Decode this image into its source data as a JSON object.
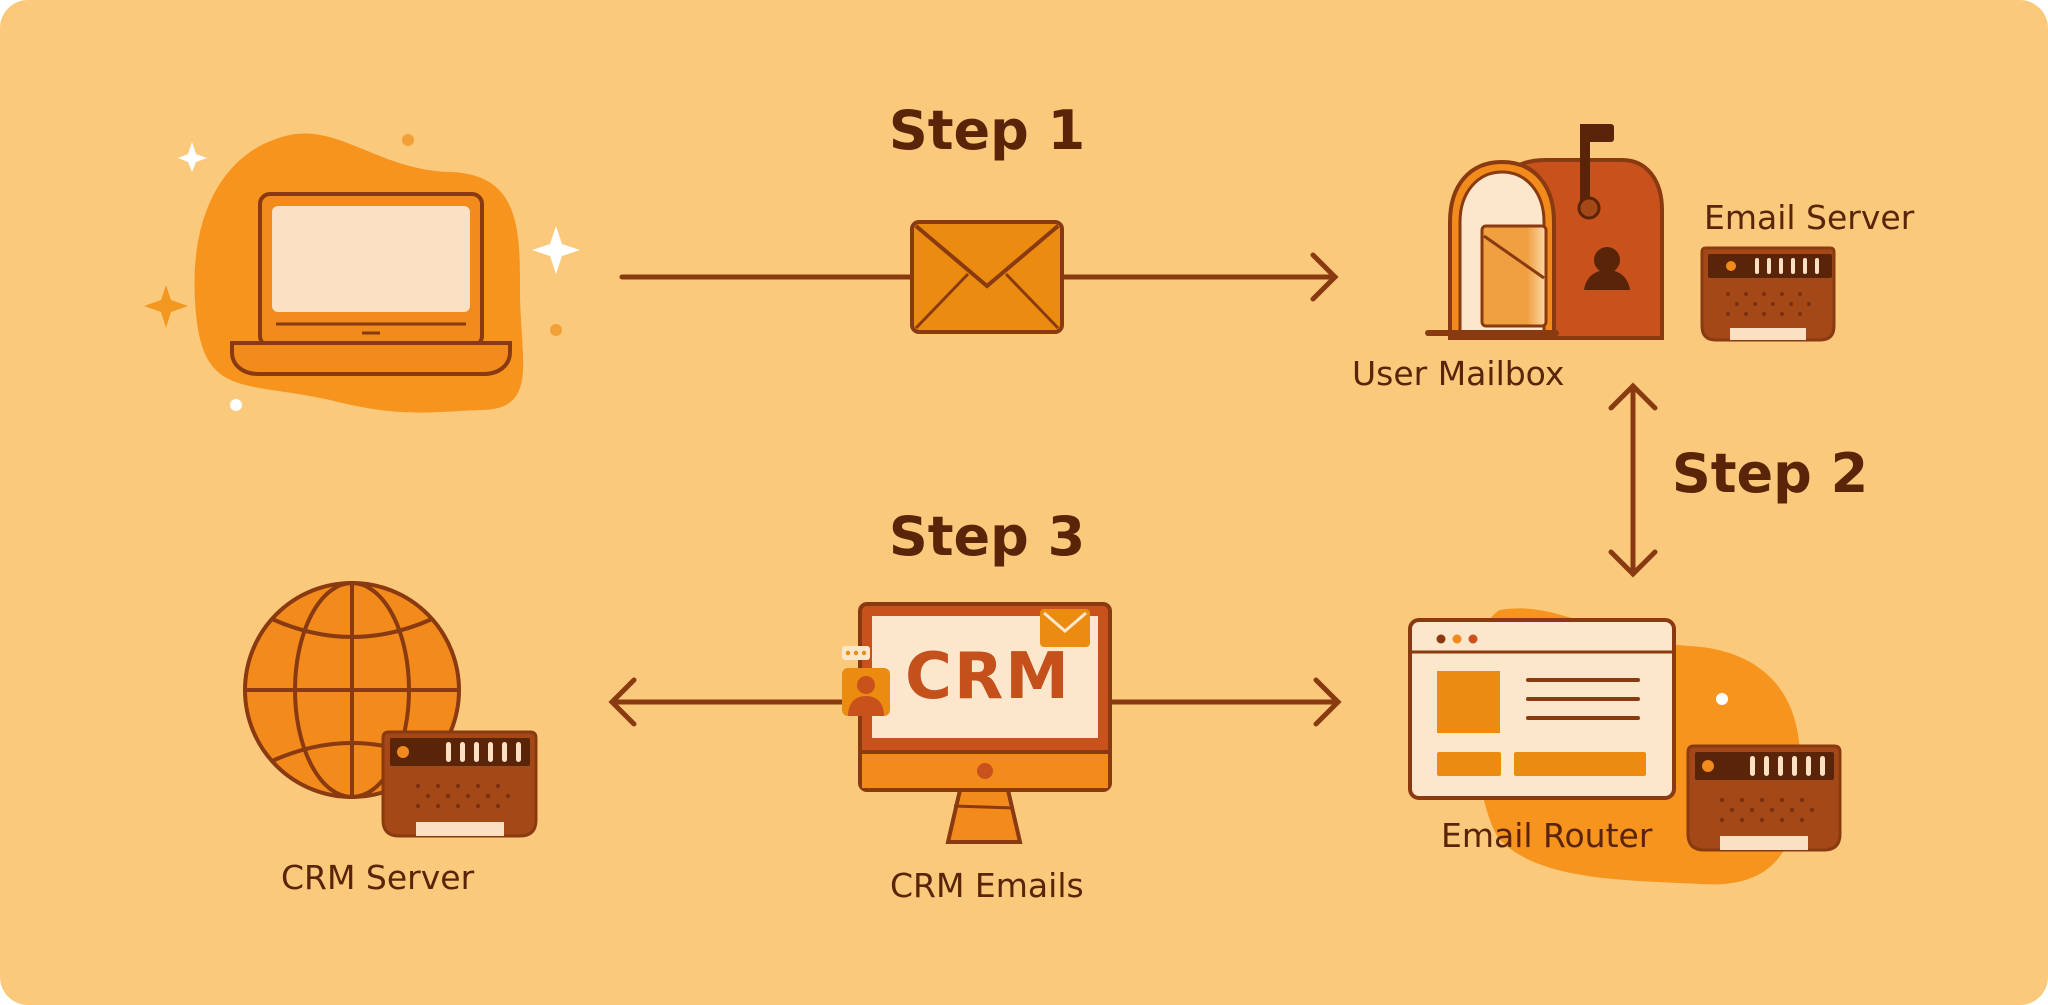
{
  "steps": {
    "step1": "Step 1",
    "step2": "Step 2",
    "step3": "Step 3"
  },
  "labels": {
    "user_mailbox": "User Mailbox",
    "email_server": "Email Server",
    "crm_server": "CRM Server",
    "crm_emails": "CRM Emails",
    "email_router": "Email Router",
    "crm_screen": "CRM"
  },
  "colors": {
    "background": "#fbc97c",
    "accent_orange": "#f28a1c",
    "dark_brown": "#5a2408",
    "line_brown": "#8a3a10",
    "server_brown": "#a44818",
    "mailbox_red": "#c9521c"
  }
}
